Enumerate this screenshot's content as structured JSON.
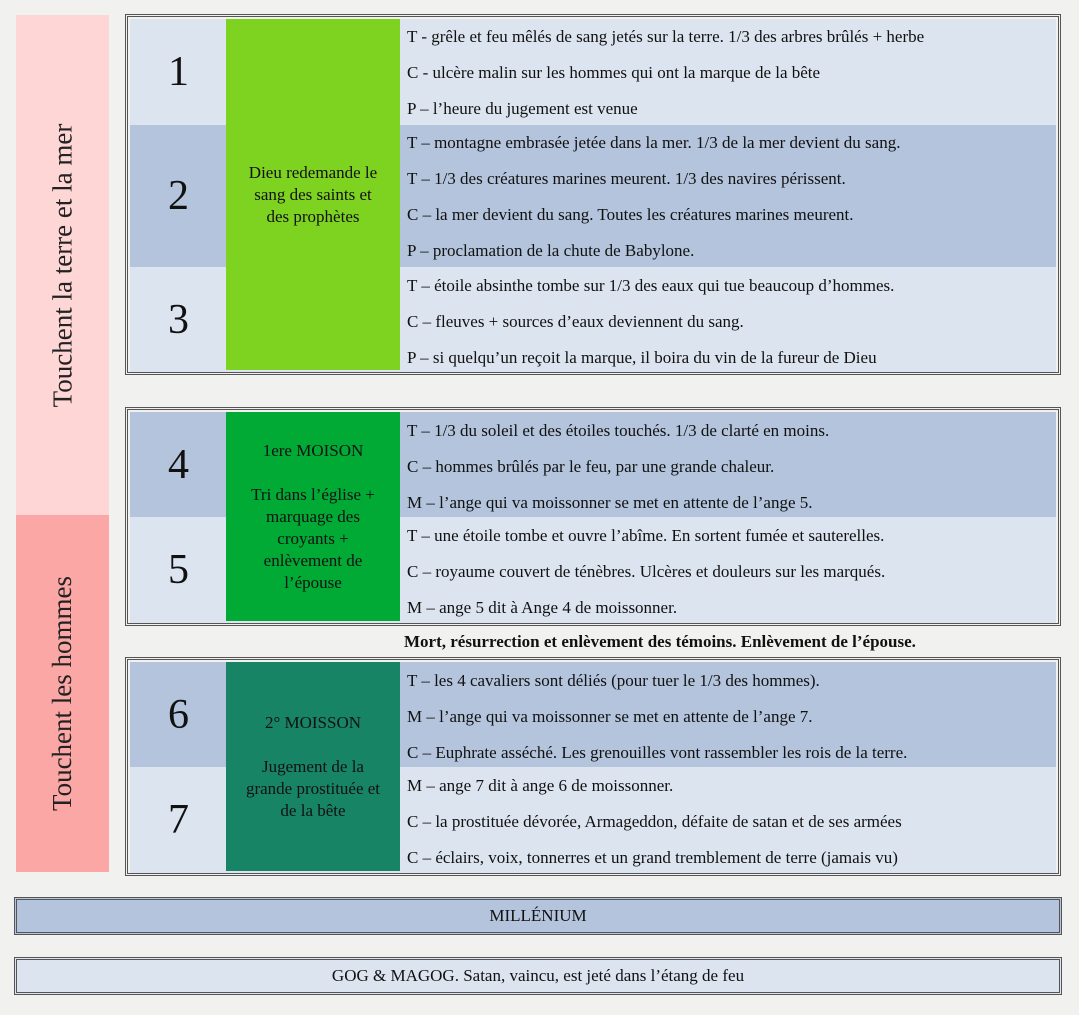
{
  "side_labels": {
    "top": "Touchent la terre et la mer",
    "bottom": "Touchent les hommes"
  },
  "blocks": [
    {
      "middle": [
        "Dieu redemande le",
        "sang des saints et",
        "des prophètes"
      ],
      "middle_color": "#7ed321",
      "rows": [
        {
          "number": "1",
          "lines": [
            "T - grêle et feu mêlés de sang jetés sur la terre. 1/3 des arbres brûlés + herbe",
            "C - ulcère malin sur les hommes qui ont la marque de la bête",
            "P – l’heure du jugement est venue"
          ]
        },
        {
          "number": "2",
          "lines": [
            "T – montagne embrasée jetée dans la mer. 1/3 de la mer devient du sang.",
            "T – 1/3 des créatures marines meurent. 1/3 des navires périssent.",
            "C – la mer devient du sang. Toutes les créatures marines meurent.",
            "P – proclamation de la chute de Babylone."
          ]
        },
        {
          "number": "3",
          "lines": [
            "T – étoile absinthe tombe sur 1/3 des eaux qui tue beaucoup d’hommes.",
            "C – fleuves + sources d’eaux deviennent du sang.",
            "P – si quelqu’un reçoit la marque, il boira du vin de la fureur de Dieu"
          ]
        }
      ]
    },
    {
      "middle": [
        "1ere MOISON",
        "",
        "Tri dans l’église +",
        "marquage des",
        "croyants +",
        "enlèvement de",
        "l’épouse"
      ],
      "middle_color": "#00aa35",
      "rows": [
        {
          "number": "4",
          "lines": [
            "T – 1/3 du soleil et des étoiles touchés. 1/3 de clarté en moins.",
            "C – hommes brûlés par le feu, par une grande chaleur.",
            "M – l’ange qui va moissonner se met en attente de l’ange 5."
          ]
        },
        {
          "number": "5",
          "lines": [
            "T – une étoile tombe et ouvre l’abîme. En sortent fumée et sauterelles.",
            "C – royaume couvert de ténèbres. Ulcères et douleurs sur les marqués.",
            "M – ange 5 dit à Ange 4 de moissonner."
          ]
        }
      ]
    },
    {
      "middle": [
        "2° MOISSON",
        "",
        "Jugement de la",
        "grande prostituée et",
        "de la bête"
      ],
      "middle_color": "#178466",
      "rows": [
        {
          "number": "6",
          "lines": [
            "T – les 4 cavaliers sont déliés (pour tuer le 1/3 des hommes).",
            "M – l’ange qui va moissonner se met en attente de l’ange 7.",
            "C – Euphrate asséché. Les grenouilles vont rassembler les rois de la terre."
          ]
        },
        {
          "number": "7",
          "lines": [
            "M – ange 7 dit à ange 6 de moissonner.",
            "C – la prostituée dévorée, Armageddon, défaite de satan et de ses armées",
            "C – éclairs, voix, tonnerres et un grand tremblement de terre (jamais vu)"
          ]
        }
      ]
    }
  ],
  "note": "Mort, résurrection et enlèvement des témoins. Enlèvement de l’épouse.",
  "millennium": "MILLÉNIUM",
  "gog_magog": "GOG & MAGOG. Satan, vaincu, est jeté dans l’étang de feu"
}
